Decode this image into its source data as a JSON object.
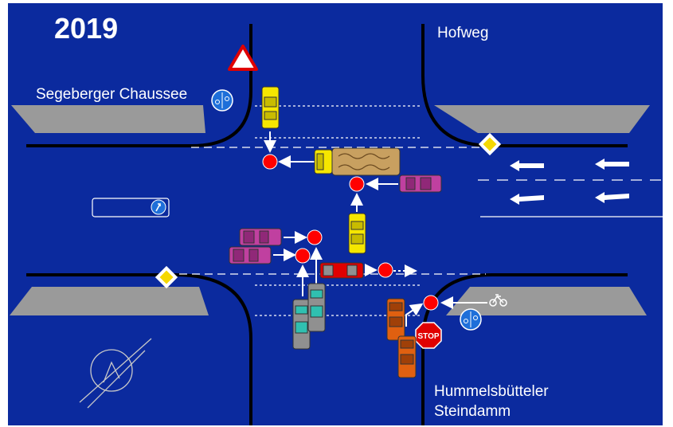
{
  "year": "2019",
  "streets": {
    "top_right": "Hofweg",
    "left": "Segeberger Chaussee",
    "bottom_right_line1": "Hummelsbütteler",
    "bottom_right_line2": "Steindamm"
  },
  "sign_labels": {
    "stop": "STOP"
  },
  "colors": {
    "background": "#0b2a9e",
    "road_edge": "#000000",
    "sidewalk": "#9a9a9a",
    "collision_point": "#ff0000",
    "yellow_car": "#f5e600",
    "magenta_car": "#c040a0",
    "orange_car": "#e06010",
    "red_car": "#e00000",
    "grey_car": "#909090"
  },
  "icons": [
    "yield-sign-icon",
    "priority-road-sign-icon",
    "stop-sign-icon",
    "bicycle-path-sign-icon",
    "bicycle-icon",
    "compass-icon",
    "turn-right-arrow-icon"
  ]
}
